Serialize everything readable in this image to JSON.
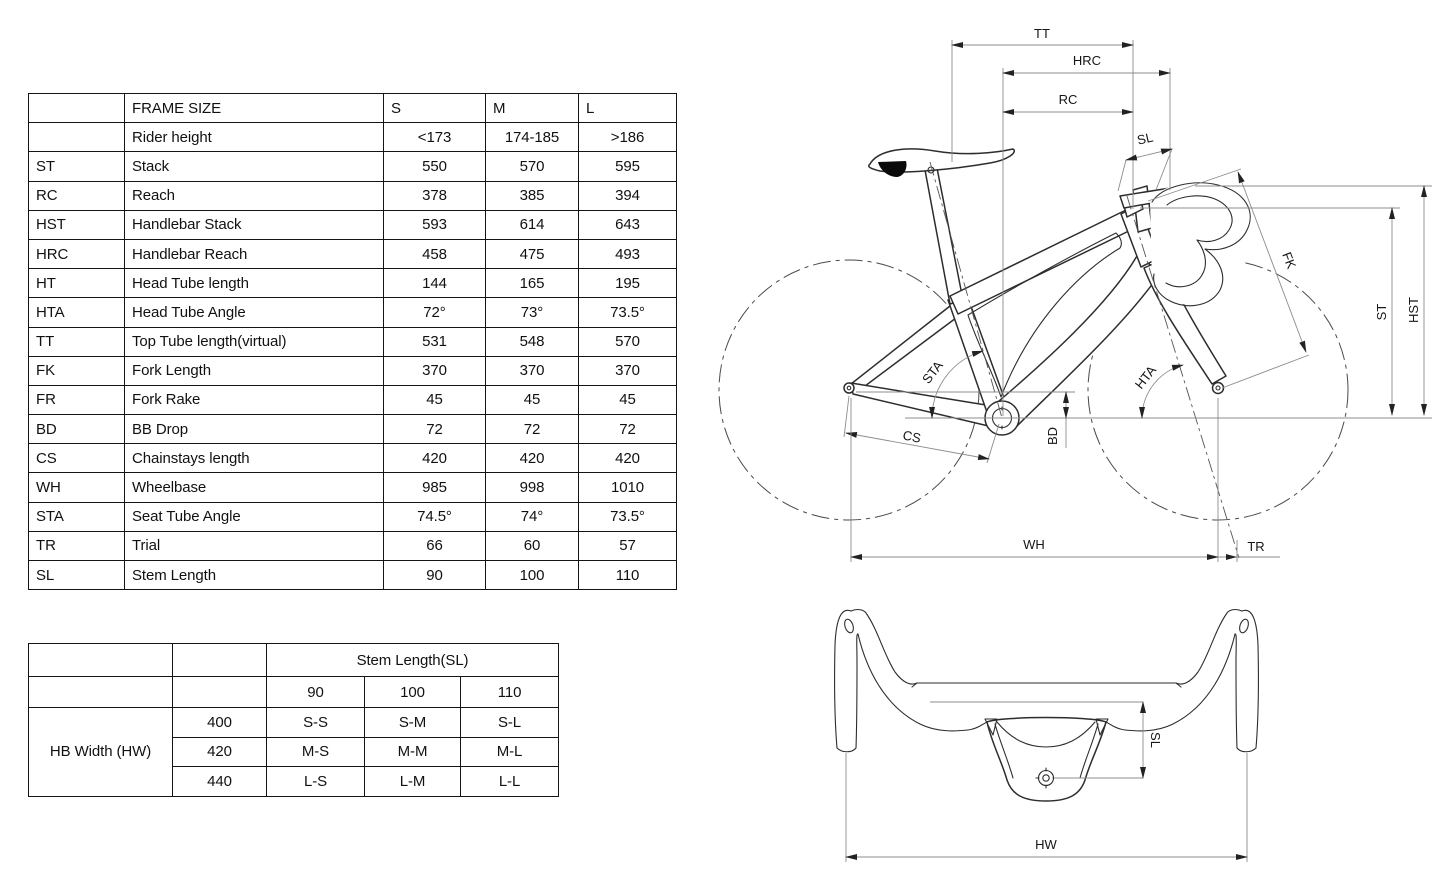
{
  "geometry_table": {
    "header": {
      "id": "",
      "name": "FRAME SIZE",
      "sizes": [
        "S",
        "M",
        "L"
      ]
    },
    "rows": [
      {
        "id": "",
        "name": "Rider height",
        "values": [
          "<173",
          "174-185",
          ">186"
        ]
      },
      {
        "id": "ST",
        "name": "Stack",
        "values": [
          "550",
          "570",
          "595"
        ]
      },
      {
        "id": "RC",
        "name": "Reach",
        "values": [
          "378",
          "385",
          "394"
        ]
      },
      {
        "id": "HST",
        "name": "Handlebar Stack",
        "values": [
          "593",
          "614",
          "643"
        ]
      },
      {
        "id": "HRC",
        "name": "Handlebar Reach",
        "values": [
          "458",
          "475",
          "493"
        ]
      },
      {
        "id": "HT",
        "name": "Head Tube length",
        "values": [
          "144",
          "165",
          "195"
        ]
      },
      {
        "id": "HTA",
        "name": "Head Tube Angle",
        "values": [
          "72°",
          "73°",
          "73.5°"
        ]
      },
      {
        "id": "TT",
        "name": "Top Tube length(virtual)",
        "values": [
          "531",
          "548",
          "570"
        ]
      },
      {
        "id": "FK",
        "name": "Fork Length",
        "values": [
          "370",
          "370",
          "370"
        ]
      },
      {
        "id": "FR",
        "name": "Fork Rake",
        "values": [
          "45",
          "45",
          "45"
        ]
      },
      {
        "id": "BD",
        "name": "BB Drop",
        "values": [
          "72",
          "72",
          "72"
        ]
      },
      {
        "id": "CS",
        "name": "Chainstays length",
        "values": [
          "420",
          "420",
          "420"
        ]
      },
      {
        "id": "WH",
        "name": "Wheelbase",
        "values": [
          "985",
          "998",
          "1010"
        ]
      },
      {
        "id": "STA",
        "name": "Seat Tube Angle",
        "values": [
          "74.5°",
          "74°",
          "73.5°"
        ]
      },
      {
        "id": "TR",
        "name": "Trial",
        "values": [
          "66",
          "60",
          "57"
        ]
      },
      {
        "id": "SL",
        "name": "Stem Length",
        "values": [
          "90",
          "100",
          "110"
        ]
      }
    ]
  },
  "stem_table": {
    "title": "Stem Length(SL)",
    "stem_lengths": [
      "90",
      "100",
      "110"
    ],
    "row_header": "HB Width  (HW)",
    "rows": [
      {
        "hb_width": "400",
        "cells": [
          "S-S",
          "S-M",
          "S-L"
        ]
      },
      {
        "hb_width": "420",
        "cells": [
          "M-S",
          "M-M",
          "M-L"
        ]
      },
      {
        "hb_width": "440",
        "cells": [
          "L-S",
          "L-M",
          "L-L"
        ]
      }
    ]
  },
  "side_view_labels": {
    "tt": "TT",
    "hrc": "HRC",
    "rc": "RC",
    "sl": "SL",
    "fk": "FK",
    "st": "ST",
    "hst": "HST",
    "hta": "HTA",
    "sta": "STA",
    "bd": "BD",
    "cs": "CS",
    "wh": "WH",
    "tr": "TR"
  },
  "front_view_labels": {
    "sl": "SL",
    "hw": "HW"
  },
  "colors": {
    "line": "#2d2d2d",
    "dim_line": "#8c8c8c",
    "text": "#161616",
    "background": "#ffffff",
    "saddle_patch": "#0a0a0a"
  }
}
